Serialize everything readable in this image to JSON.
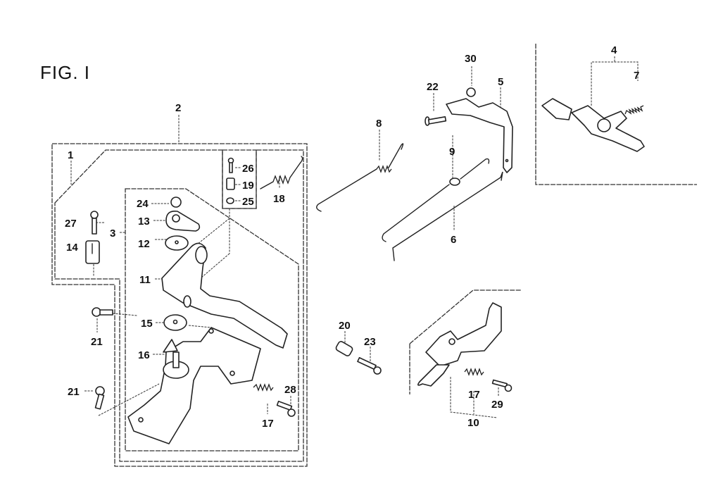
{
  "figure": {
    "title": "FIG. I"
  },
  "callouts": {
    "c1": "1",
    "c2": "2",
    "c3": "3",
    "c4": "4",
    "c5": "5",
    "c6": "6",
    "c7": "7",
    "c8": "8",
    "c9": "9",
    "c10": "10",
    "c11": "11",
    "c12": "12",
    "c13": "13",
    "c14": "14",
    "c15": "15",
    "c16": "16",
    "c17a": "17",
    "c17b": "17",
    "c18": "18",
    "c19": "19",
    "c20": "20",
    "c21a": "21",
    "c21b": "21",
    "c22": "22",
    "c23": "23",
    "c24": "24",
    "c25": "25",
    "c26": "26",
    "c27": "27",
    "c28": "28",
    "c29": "29",
    "c30": "30"
  }
}
